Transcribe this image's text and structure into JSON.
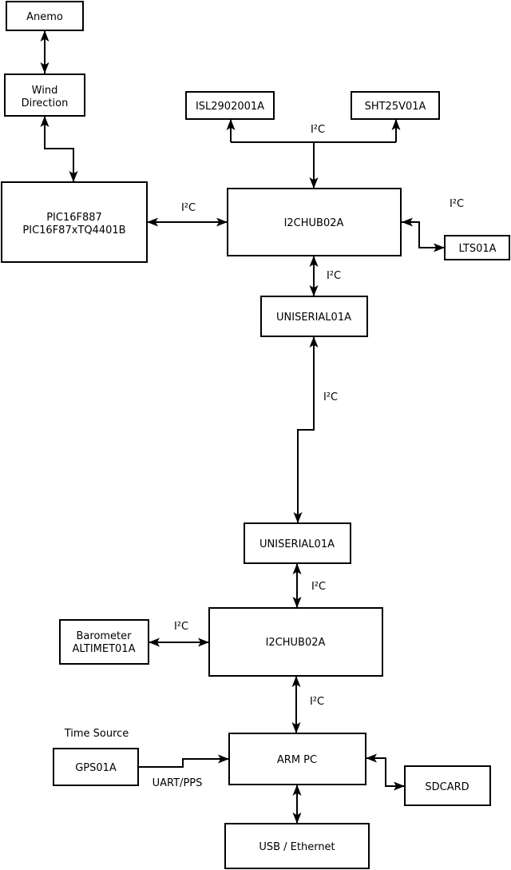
{
  "diagram": {
    "type": "block-diagram",
    "description": "Weather-station hardware wiring diagram"
  },
  "nodes": {
    "anemo": {
      "label": "Anemo"
    },
    "wind_direction": {
      "line1": "Wind",
      "line2": "Direction"
    },
    "pic": {
      "line1": "PIC16F887",
      "line2": "PIC16F87xTQ4401B"
    },
    "isl": {
      "label": "ISL2902001A"
    },
    "sht": {
      "label": "SHT25V01A"
    },
    "hub1": {
      "label": "I2CHUB02A"
    },
    "lts": {
      "label": "LTS01A"
    },
    "uniserial_top": {
      "label": "UNISERIAL01A"
    },
    "uniserial_bottom": {
      "label": "UNISERIAL01A"
    },
    "barometer": {
      "line1": "Barometer",
      "line2": "ALTIMET01A"
    },
    "hub2": {
      "label": "I2CHUB02A"
    },
    "gps": {
      "label": "GPS01A"
    },
    "arm_pc": {
      "label": "ARM PC"
    },
    "sdcard": {
      "label": "SDCARD"
    },
    "usb_ethernet": {
      "label": "USB / Ethernet"
    }
  },
  "labels": {
    "i2c_pic_hub1": "I²C",
    "i2c_hub1_sensors": "I²C",
    "i2c_hub1_lts": "I²C",
    "i2c_hub1_uniserial": "I²C",
    "i2c_uniserial_link": "I²C",
    "i2c_uniserial_hub2": "I²C",
    "i2c_barometer_hub2": "I²C",
    "i2c_hub2_armpc": "I²C",
    "time_source": "Time Source",
    "uart_pps": "UART/PPS"
  },
  "colors": {
    "background": "#ffffff",
    "box_fill": "#ffffff",
    "line": "#000000",
    "text": "#000000"
  }
}
